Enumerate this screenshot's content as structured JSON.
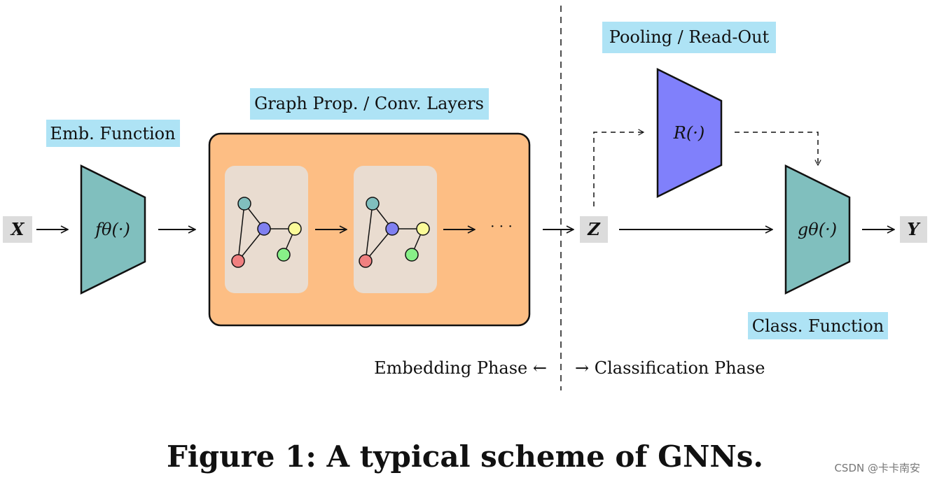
{
  "labels": {
    "emb_function": "Emb. Function",
    "graph_prop": "Graph Prop. / Conv. Layers",
    "pooling": "Pooling / Read-Out",
    "class_function": "Class. Function",
    "embedding_phase": "Embedding Phase ←",
    "classification_phase": "→ Classification Phase"
  },
  "math": {
    "x": "X",
    "f_theta": "fθ(·)",
    "z": "Z",
    "r": "R(·)",
    "g_theta": "gθ(·)",
    "y": "Y",
    "ellipsis": "· · ·"
  },
  "caption": "Figure 1: A typical scheme of GNNs.",
  "watermark": "CSDN @卡卡南安",
  "colors": {
    "label_bg": "#aee3f5",
    "trapezoid_teal": "#80bfbe",
    "trapezoid_purple": "#8080fb",
    "prop_box": "#fdbe84",
    "graph_panel": "#e9dcd0",
    "io_box": "#dcdcdc",
    "node_teal": "#80bfbe",
    "node_blue": "#8080f0",
    "node_yellow": "#fbfb99",
    "node_green": "#88f088",
    "node_red": "#f08080"
  }
}
